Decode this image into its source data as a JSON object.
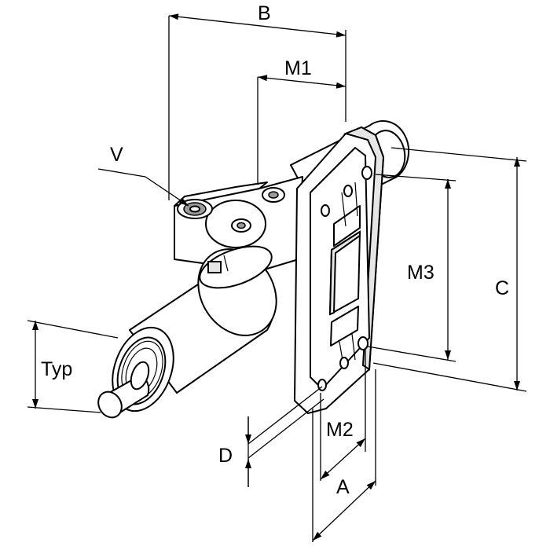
{
  "labels": {
    "b": "B",
    "m1": "M1",
    "v": "V",
    "m3": "M3",
    "c": "C",
    "typ": "Typ",
    "m2": "M2",
    "d": "D",
    "a": "A"
  }
}
